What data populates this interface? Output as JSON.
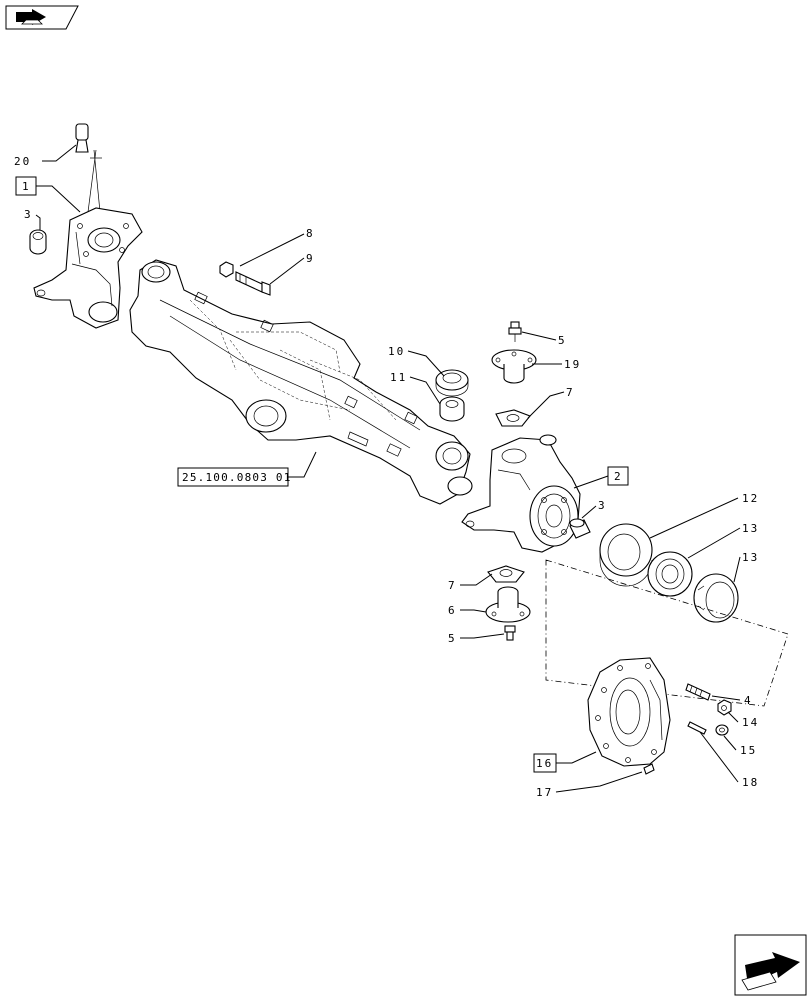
{
  "callouts": [
    {
      "id": "c20",
      "label": "20",
      "boxed": false
    },
    {
      "id": "c1",
      "label": "1",
      "boxed": true
    },
    {
      "id": "c3a",
      "label": "3",
      "boxed": false
    },
    {
      "id": "c8",
      "label": "8",
      "boxed": false
    },
    {
      "id": "c9",
      "label": "9",
      "boxed": false
    },
    {
      "id": "c5a",
      "label": "5",
      "boxed": false
    },
    {
      "id": "c19",
      "label": "19",
      "boxed": false
    },
    {
      "id": "c10",
      "label": "10",
      "boxed": false
    },
    {
      "id": "c11",
      "label": "11",
      "boxed": false
    },
    {
      "id": "c7a",
      "label": "7",
      "boxed": false
    },
    {
      "id": "c2",
      "label": "2",
      "boxed": true
    },
    {
      "id": "c3b",
      "label": "3",
      "boxed": false
    },
    {
      "id": "c12",
      "label": "12",
      "boxed": false
    },
    {
      "id": "c13a",
      "label": "13",
      "boxed": false
    },
    {
      "id": "c13b",
      "label": "13",
      "boxed": false
    },
    {
      "id": "c7b",
      "label": "7",
      "boxed": false
    },
    {
      "id": "c6",
      "label": "6",
      "boxed": false
    },
    {
      "id": "c5b",
      "label": "5",
      "boxed": false
    },
    {
      "id": "c4",
      "label": "4",
      "boxed": false
    },
    {
      "id": "c14",
      "label": "14",
      "boxed": false
    },
    {
      "id": "c15",
      "label": "15",
      "boxed": false
    },
    {
      "id": "c16",
      "label": "16",
      "boxed": true
    },
    {
      "id": "c17",
      "label": "17",
      "boxed": false
    },
    {
      "id": "c18",
      "label": "18",
      "boxed": false
    },
    {
      "id": "cref",
      "label": "25.100.0803 01",
      "boxed": true
    }
  ],
  "icons": {
    "top_left": "book-arrow-icon",
    "bottom_right": "next-page-arrow-icon"
  }
}
